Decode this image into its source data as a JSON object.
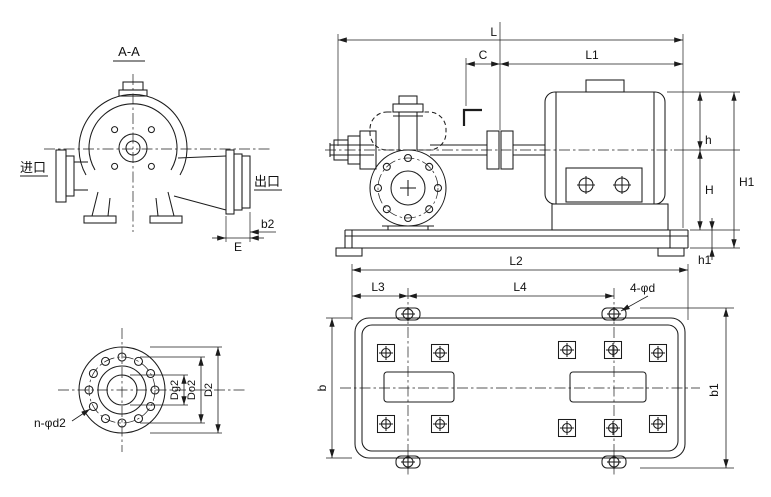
{
  "meta": {
    "background_color": "#ffffff",
    "line_color": "#1c1c1c",
    "description": "Technical outline drawing of a double-suction centrifugal pump with motor: section view A-A, side elevation, discharge flange view, and baseplate plan view"
  },
  "section_view": {
    "title": "A-A",
    "inlet_label": "进口",
    "outlet_label": "出口",
    "dims": {
      "e": "E",
      "b2": "b2"
    }
  },
  "side_view": {
    "dims": {
      "l": "L",
      "c": "C",
      "l1": "L1",
      "h": "h",
      "H": "H",
      "H1": "H1",
      "h1": "h1"
    }
  },
  "flange_view": {
    "dims": {
      "n_d2": "n-φd2",
      "dg2": "Dg2",
      "do2": "Do2",
      "d2": "D2"
    }
  },
  "plan_view": {
    "dims": {
      "l2": "L2",
      "l3": "L3",
      "l4": "L4",
      "four_d": "4-φd",
      "b": "b",
      "b1": "b1"
    }
  }
}
